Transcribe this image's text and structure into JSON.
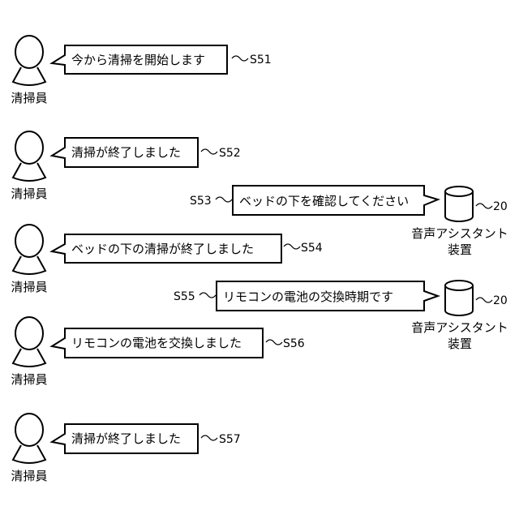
{
  "cleaner_label": "清掃員",
  "device_label_line1": "音声アシスタント",
  "device_label_line2": "装置",
  "device_ref": "20",
  "messages": [
    {
      "speaker": "cleaner",
      "text": "今から清掃を開始します",
      "step": "S51"
    },
    {
      "speaker": "cleaner",
      "text": "清掃が終了しました",
      "step": "S52"
    },
    {
      "speaker": "device",
      "text": "ベッドの下を確認してください",
      "step": "S53"
    },
    {
      "speaker": "cleaner",
      "text": "ベッドの下の清掃が終了しました",
      "step": "S54"
    },
    {
      "speaker": "device",
      "text": "リモコンの電池の交換時期です",
      "step": "S55"
    },
    {
      "speaker": "cleaner",
      "text": "リモコンの電池を交換しました",
      "step": "S56"
    },
    {
      "speaker": "cleaner",
      "text": "清掃が終了しました",
      "step": "S57"
    }
  ]
}
